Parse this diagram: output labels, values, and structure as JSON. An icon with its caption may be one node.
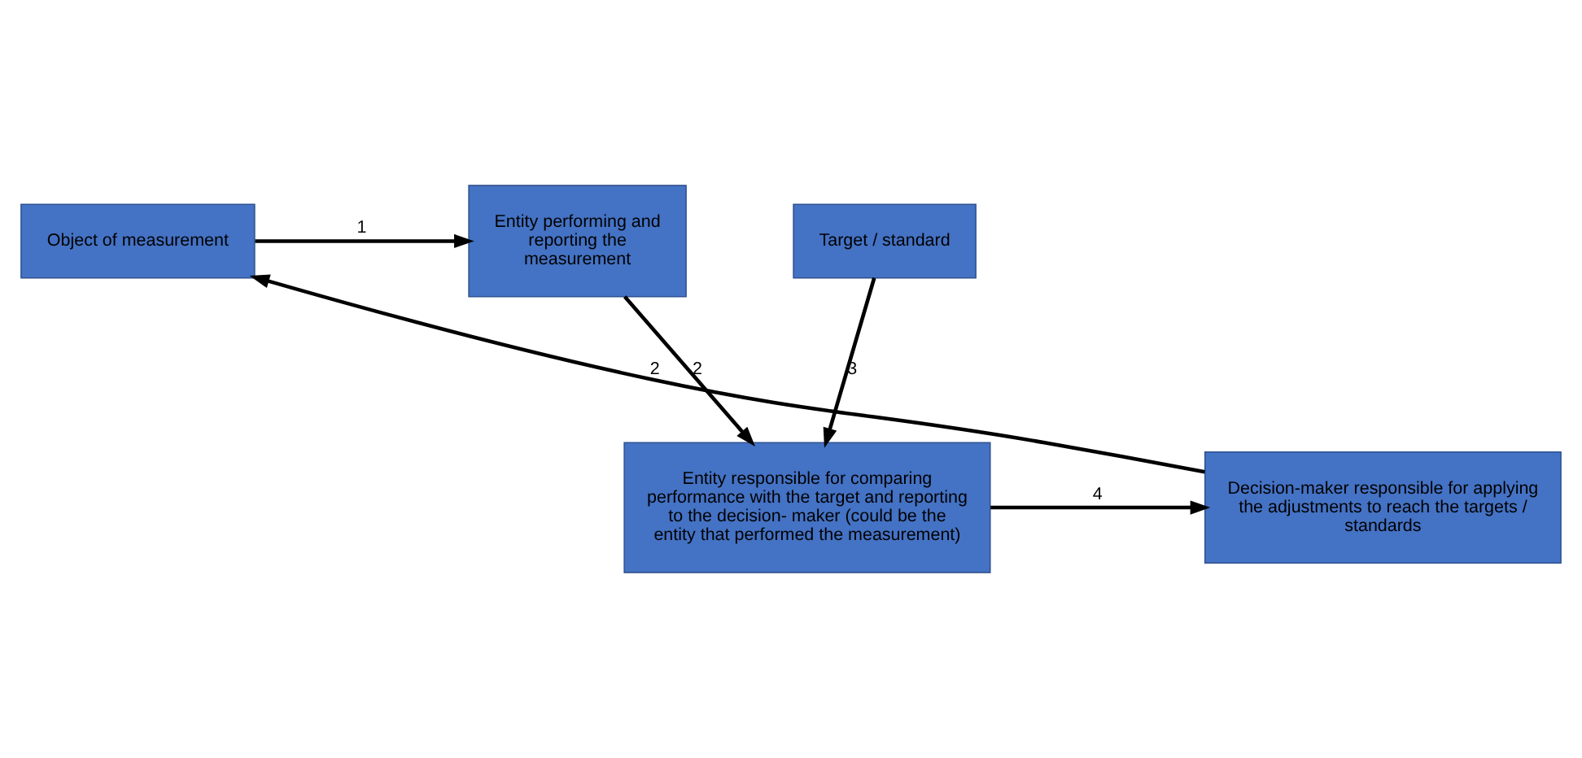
{
  "diagram": {
    "nodes": [
      {
        "text": [
          "Object of measurement"
        ]
      },
      {
        "text": [
          "Entity performing and reporting the measurement"
        ]
      },
      {
        "text": [
          "Target / standard"
        ]
      },
      {
        "text": [
          "Decision-maker responsible for applying the adjustments to reach the targets / standards"
        ]
      },
      {
        "text": [
          "Entity responsible for comparing performance with the target and reporting to the decision- maker (could be the entity that performed the measurement)"
        ]
      }
    ],
    "edges": [
      {
        "from": 0,
        "to": 1,
        "arrow": "to",
        "label": "1"
      },
      {
        "from": 1,
        "to": 4,
        "arrow": "to",
        "label": "2"
      },
      {
        "from": 2,
        "to": 4,
        "arrow": "to",
        "label": "3"
      },
      {
        "from": 4,
        "to": 3,
        "arrow": "to",
        "label": "4"
      },
      {
        "from": 3,
        "to": 0,
        "arrow": "to",
        "label": "2"
      }
    ]
  }
}
